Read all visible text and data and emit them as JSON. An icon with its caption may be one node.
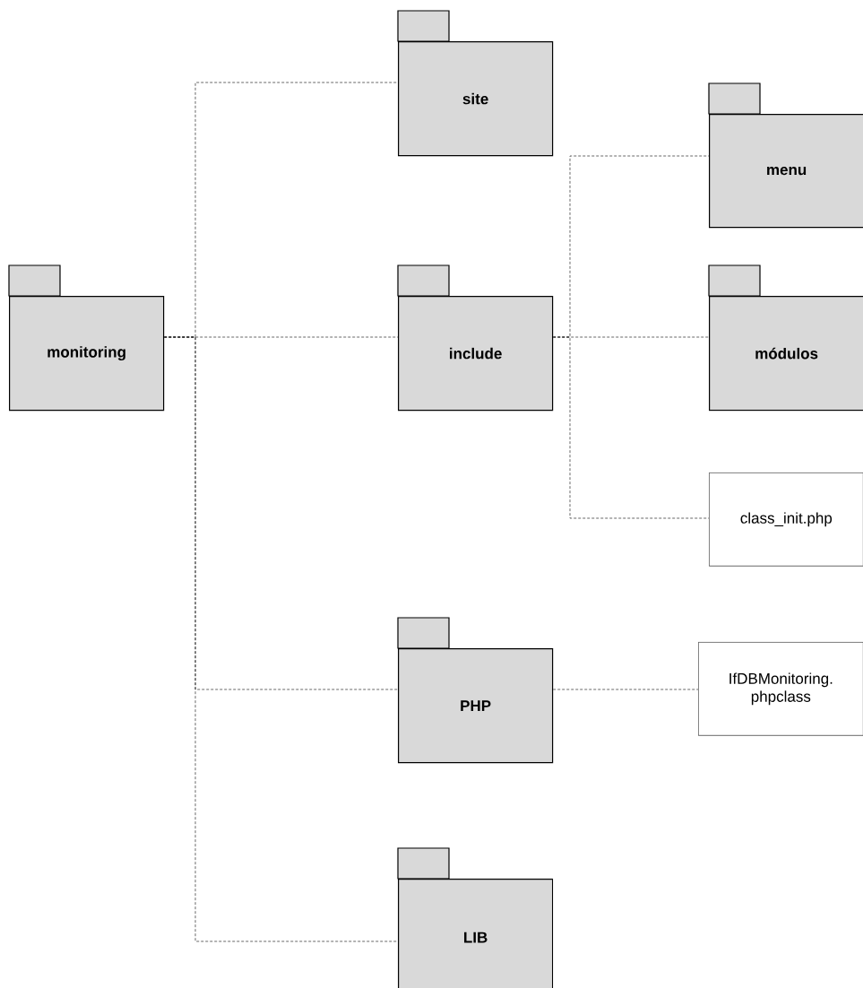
{
  "diagram": {
    "nodes": [
      {
        "text": [
          "monitoring"
        ]
      },
      {
        "text": [
          "site"
        ]
      },
      {
        "text": [
          "include"
        ]
      },
      {
        "text": [
          "menu"
        ]
      },
      {
        "text": [
          "módulos"
        ]
      },
      {
        "text": [
          "class_init.php"
        ]
      },
      {
        "text": [
          "PHP"
        ]
      },
      {
        "text": [
          "IfDBMonitoring. phpclass"
        ]
      },
      {
        "text": [
          "LIB"
        ]
      }
    ],
    "edges": [
      {
        "from": 0,
        "to": 1,
        "arrow": "none",
        "style": "dashed"
      },
      {
        "from": 0,
        "to": 2,
        "arrow": "none",
        "style": "dashed"
      },
      {
        "from": 0,
        "to": 6,
        "arrow": "none",
        "style": "dashed"
      },
      {
        "from": 0,
        "to": 8,
        "arrow": "none",
        "style": "dashed"
      },
      {
        "from": 2,
        "to": 3,
        "arrow": "none",
        "style": "dashed"
      },
      {
        "from": 2,
        "to": 4,
        "arrow": "none",
        "style": "dashed"
      },
      {
        "from": 2,
        "to": 5,
        "arrow": "none",
        "style": "dashed"
      },
      {
        "from": 6,
        "to": 7,
        "arrow": "none",
        "style": "dashed"
      }
    ]
  }
}
